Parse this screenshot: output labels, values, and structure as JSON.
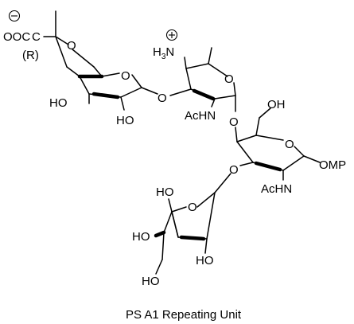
{
  "figure": {
    "caption": "PS A1 Repeating Unit"
  },
  "labels": {
    "carboxylate": "OOC",
    "carboxyl_carbon": "C",
    "stereo_descriptor": "(R)",
    "pyruvate_o_upper": "O",
    "ring_o_galactose": "O",
    "hydroxyl_ho_left": "HO",
    "hydroxyl_ho_bottom": "HO",
    "glycosidic_o_1": "O",
    "ammonium_prefix": "H",
    "ammonium_sub": "3",
    "ammonium_n": "N",
    "ring_o_fucose": "O",
    "acetamido_1": "AcHN",
    "glycosidic_o_2": "O",
    "hydroxyl_oh_ch2": "OH",
    "ring_o_galnac": "O",
    "anomeric_omp": "OMP",
    "glycosidic_o_3": "O",
    "acetamido_2": "AcHN",
    "hydroxyl_ho_galf": "HO",
    "ring_o_galf": "O",
    "hydroxyl_ho_sidechain": "HO",
    "hydroxyl_ho_ring": "HO",
    "hydroxyl_ho_terminal": "HO"
  },
  "charges": {
    "carboxylate": "negative",
    "ammonium": "positive"
  }
}
